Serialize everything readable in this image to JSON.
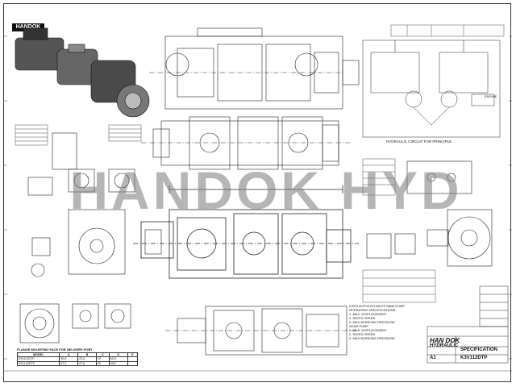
{
  "logo": {
    "text": "HANDOK"
  },
  "watermark": "HANDOK HYD",
  "labels": {
    "hydraulic_circuit": "HYDRAULIC CIRCUIT FOR PRINCIPLE",
    "engine": "ENGINE",
    "flange_title": "FLANGE MOUNTING FACE FOR DELIVERY PORT",
    "specification": "SPECIFICATION"
  },
  "title_block": {
    "company_line1": "HAN DOK",
    "company_line2": "HYDRAULIC",
    "drawing_no": "K3V112DTP",
    "scale": "A1"
  },
  "spec_notes": [
    "K3V112DTP/K3V140DTP MAIN PUMP",
    "OPERATING SPECIFICATIONS",
    "1. MAX. DISPLACEMENT",
    "2. RATED SPEED",
    "3. MAX WORKING PRESSURE",
    "GEAR PUMP",
    "1. MAX. DISPLACEMENT",
    "2. RATED SPEED",
    "3. MAX WORKING PRESSURE"
  ],
  "flange_table": {
    "headers": [
      "MODEL",
      "A",
      "B",
      "C",
      "D",
      "E"
    ],
    "rows": [
      [
        "K3V112DTP",
        "50.8",
        "23.8",
        "19",
        "M10"
      ],
      [
        "K3V140DTP",
        "57.2",
        "27.8",
        "25",
        "M12"
      ]
    ]
  },
  "colors": {
    "line": "#222222",
    "watermark": "#787878"
  }
}
